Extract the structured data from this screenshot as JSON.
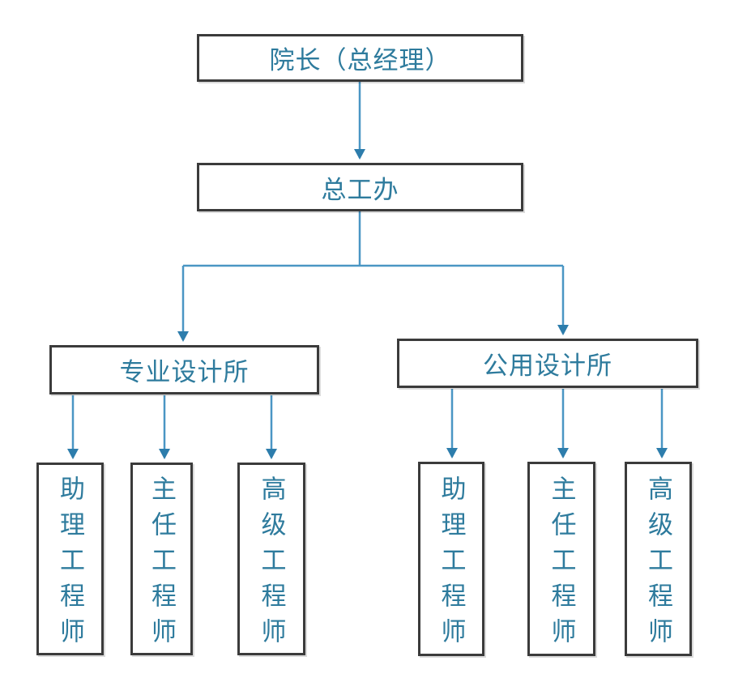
{
  "diagram": {
    "type": "org-chart",
    "nodes": {
      "root": {
        "label": "院长（总经理）"
      },
      "office": {
        "label": "总工办"
      },
      "branch_left": {
        "label": "专业设计所"
      },
      "branch_right": {
        "label": "公用设计所"
      },
      "left_children": [
        {
          "label": "助理工程师"
        },
        {
          "label": "主任工程师"
        },
        {
          "label": "高级工程师"
        }
      ],
      "right_children": [
        {
          "label": "助理工程师"
        },
        {
          "label": "主任工程师"
        },
        {
          "label": "高级工程师"
        }
      ]
    },
    "colors": {
      "text": "#2E7B9D",
      "line": "#4A96C4",
      "arrowhead": "#2D7DAC",
      "box_border": "#3B3B3B",
      "background": "#FFFFFF"
    }
  }
}
